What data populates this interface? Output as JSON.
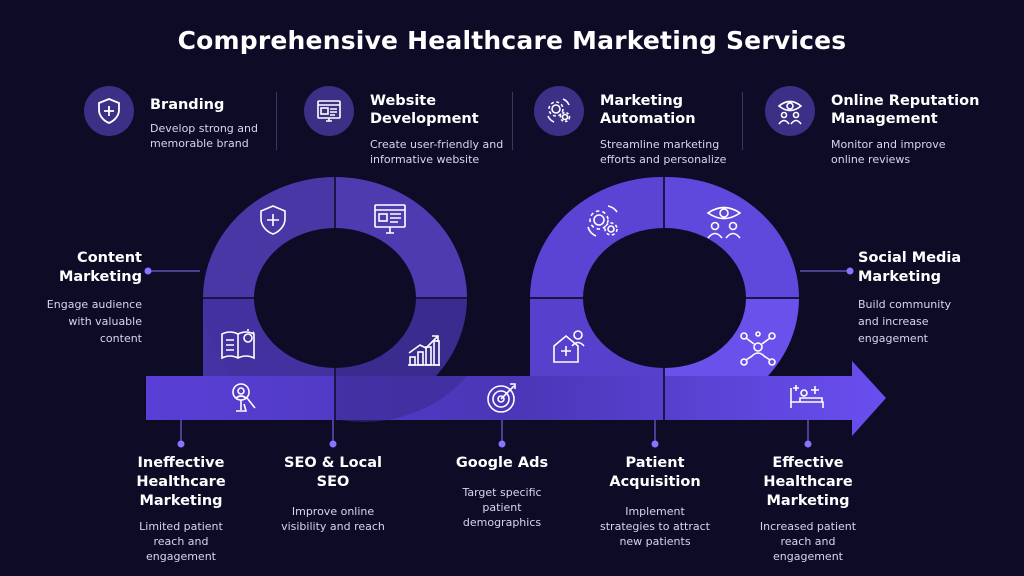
{
  "title": "Comprehensive Healthcare Marketing Services",
  "top_services": [
    {
      "title": "Branding",
      "desc1": "Develop strong and",
      "desc2": "memorable brand",
      "icon": "shield-cross-icon"
    },
    {
      "title1": "Website",
      "title2": "Development",
      "desc1": "Create user-friendly and",
      "desc2": "informative website",
      "icon": "website-icon"
    },
    {
      "title1": "Marketing",
      "title2": "Automation",
      "desc1": "Streamline marketing",
      "desc2": "efforts and personalize",
      "icon": "gears-cycle-icon"
    },
    {
      "title1": "Online Reputation",
      "title2": "Management",
      "desc1": "Monitor and improve",
      "desc2": "online reviews",
      "icon": "eye-people-icon"
    }
  ],
  "side_left": {
    "title1": "Content",
    "title2": "Marketing",
    "desc1": "Engage audience",
    "desc2": "with valuable",
    "desc3": "content"
  },
  "side_right": {
    "title1": "Social Media",
    "title2": "Marketing",
    "desc1": "Build community",
    "desc2": "and increase",
    "desc3": "engagement"
  },
  "bottom": [
    {
      "t1": "Ineffective",
      "t2": "Healthcare",
      "t3": "Marketing",
      "d1": "Limited patient",
      "d2": "reach and",
      "d3": "engagement"
    },
    {
      "t1": "SEO & Local",
      "t2": "SEO",
      "d1": "Improve online",
      "d2": "visibility and reach"
    },
    {
      "t1": "Google Ads",
      "d1": "Target specific",
      "d2": "patient",
      "d3": "demographics"
    },
    {
      "t1": "Patient",
      "t2": "Acquisition",
      "d1": "Implement",
      "d2": "strategies to attract",
      "d3": "new patients"
    },
    {
      "t1": "Effective",
      "t2": "Healthcare",
      "t3": "Marketing",
      "d1": "Increased patient",
      "d2": "reach and",
      "d3": "engagement"
    }
  ],
  "colors": {
    "background": "#0d0b26",
    "accent": "#5b45d6",
    "accent_light": "#6e55ea",
    "dot": "#8a73ff"
  }
}
